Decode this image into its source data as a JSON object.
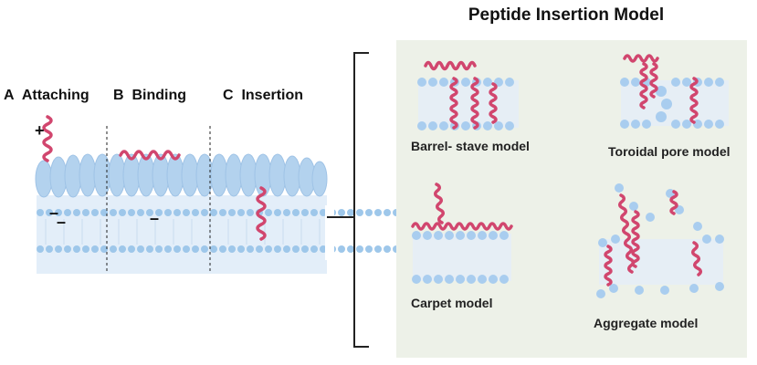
{
  "title": "Peptide Insertion Model",
  "steps": [
    {
      "letter": "A",
      "label": "Attaching"
    },
    {
      "letter": "B",
      "label": "Binding"
    },
    {
      "letter": "C",
      "label": "Insertion"
    }
  ],
  "charges": {
    "plus": "+",
    "minus": "–"
  },
  "models": {
    "barrel_stave": "Barrel- stave  model",
    "toroidal_pore": "Toroidal pore model",
    "carpet": "Carpet model",
    "aggregate": "Aggregate model"
  },
  "colors": {
    "membrane": "#b9d6f0",
    "membrane_light": "#e3eef9",
    "lipid_head": "#9ec7ea",
    "peptide": "#d1466e",
    "panel_bg": "#edf1e8"
  }
}
